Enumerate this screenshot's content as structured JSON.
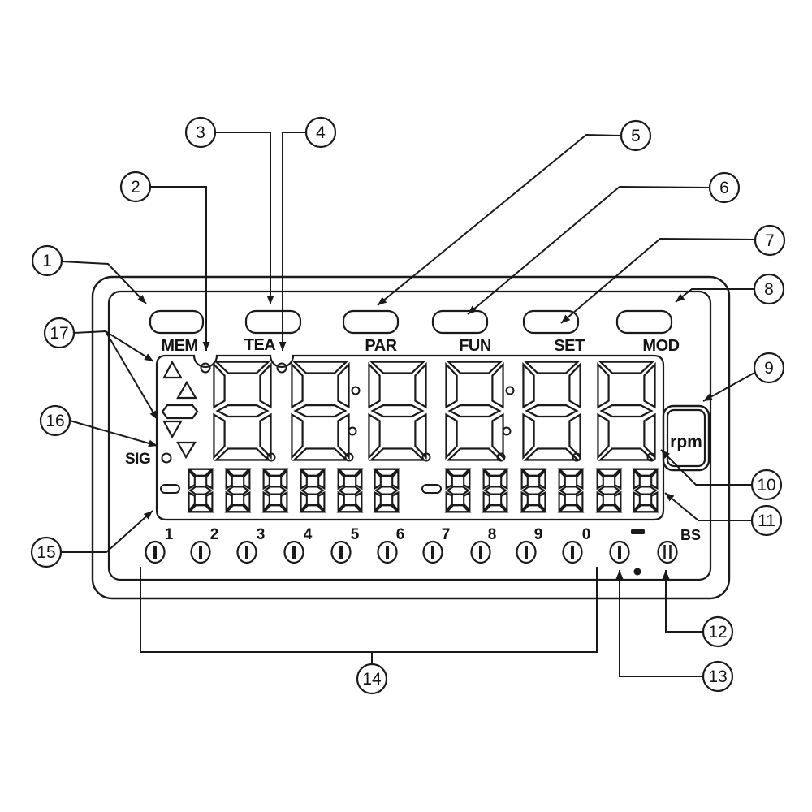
{
  "figure": {
    "buttons": [
      "MEM",
      "TEA",
      "PAR",
      "FUN",
      "SET",
      "MOD"
    ],
    "display": {
      "sig_label": "SIG",
      "rpm_label": "rpm",
      "bs_label": "BS"
    },
    "key_labels": [
      "1",
      "2",
      "3",
      "4",
      "5",
      "6",
      "7",
      "8",
      "9",
      "0"
    ],
    "callouts": [
      "1",
      "2",
      "3",
      "4",
      "5",
      "6",
      "7",
      "8",
      "9",
      "10",
      "11",
      "12",
      "13",
      "14",
      "15",
      "16",
      "17"
    ],
    "line_color": "#1a1a1a"
  }
}
